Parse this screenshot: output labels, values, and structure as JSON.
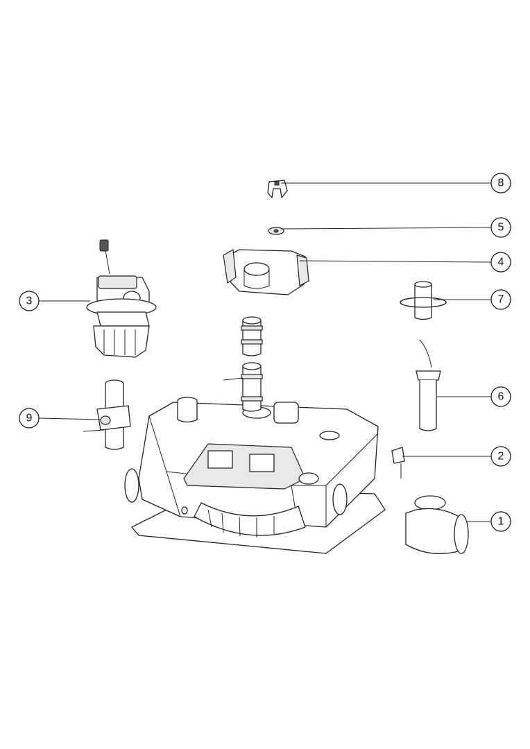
{
  "diagram": {
    "type": "exploded-parts-view",
    "callouts": [
      {
        "id": "8",
        "label": "8"
      },
      {
        "id": "5",
        "label": "5"
      },
      {
        "id": "4",
        "label": "4"
      },
      {
        "id": "3",
        "label": "3"
      },
      {
        "id": "7",
        "label": "7"
      },
      {
        "id": "6",
        "label": "6"
      },
      {
        "id": "9",
        "label": "9"
      },
      {
        "id": "2",
        "label": "2"
      },
      {
        "id": "1",
        "label": "1"
      }
    ]
  }
}
